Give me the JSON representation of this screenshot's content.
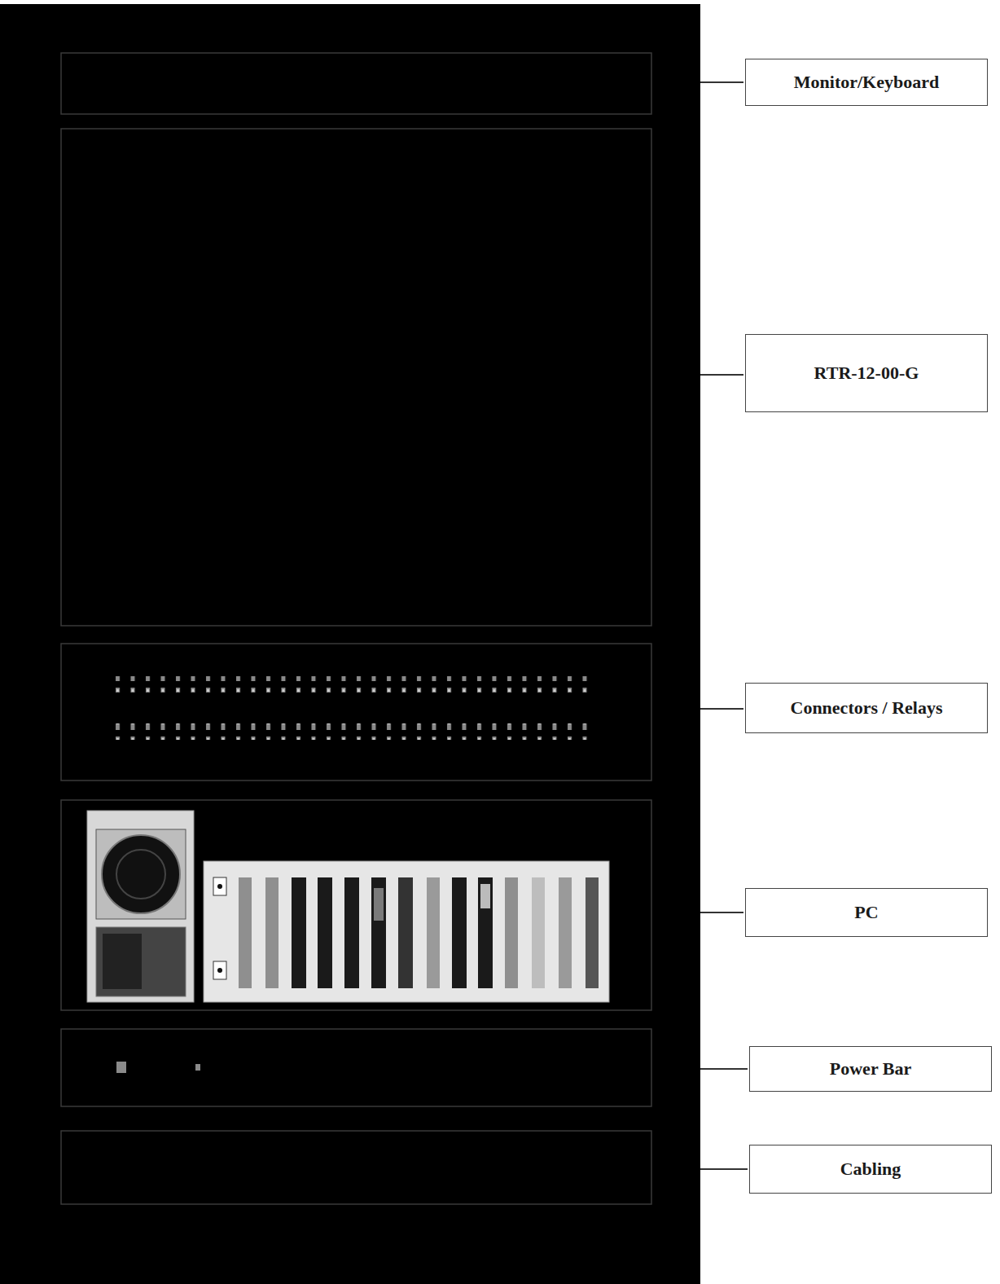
{
  "diagram": {
    "nodes": [
      {
        "text": [
          "Monitor/Keyboard"
        ]
      },
      {
        "text": [
          "RTR-12-00-G"
        ]
      },
      {
        "text": [
          "Connectors / Relays"
        ]
      },
      {
        "text": [
          "PC"
        ]
      },
      {
        "text": [
          "Power Bar"
        ]
      },
      {
        "text": [
          "Cabling"
        ]
      }
    ]
  }
}
